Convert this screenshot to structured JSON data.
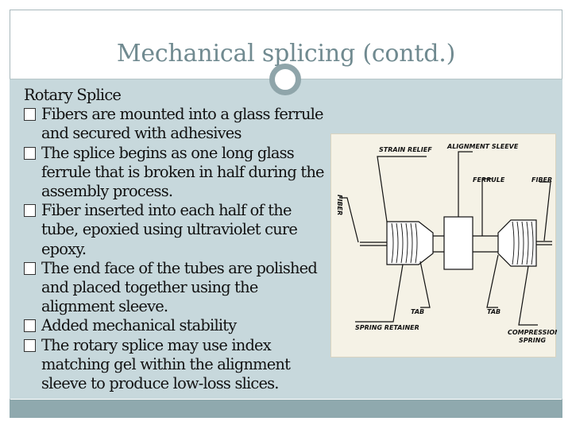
{
  "slide": {
    "title": "Mechanical splicing (contd.)",
    "heading": "Rotary Splice",
    "bullets": [
      "Fibers are mounted into a glass ferrule and secured with adhesives",
      " The splice begins as one long glass ferrule that is broken in half during the assembly process.",
      "Fiber inserted into each half of the tube, epoxied using ultraviolet cure epoxy.",
      " The end face of the tubes are polished and placed together using the alignment sleeve.",
      "Added mechanical stability",
      " The rotary splice may use index matching gel within the alignment sleeve to produce low-loss slices."
    ]
  },
  "figure": {
    "labels": {
      "strain_relief": "STRAIN RELIEF",
      "alignment_sleeve": "ALIGNMENT SLEEVE",
      "ferrule": "FERRULE",
      "fiber_right": "FIBER",
      "fiber_left": "FIBER",
      "tab_left": "TAB",
      "tab_right": "TAB",
      "spring_retainer": "SPRING RETAINER",
      "compression_1": "COMPRESSION",
      "compression_2": "SPRING"
    }
  },
  "colors": {
    "title": "#708a90",
    "band": "#c7d8dc",
    "bar": "#8fa9ae",
    "figure_bg": "#f5f2e6"
  }
}
